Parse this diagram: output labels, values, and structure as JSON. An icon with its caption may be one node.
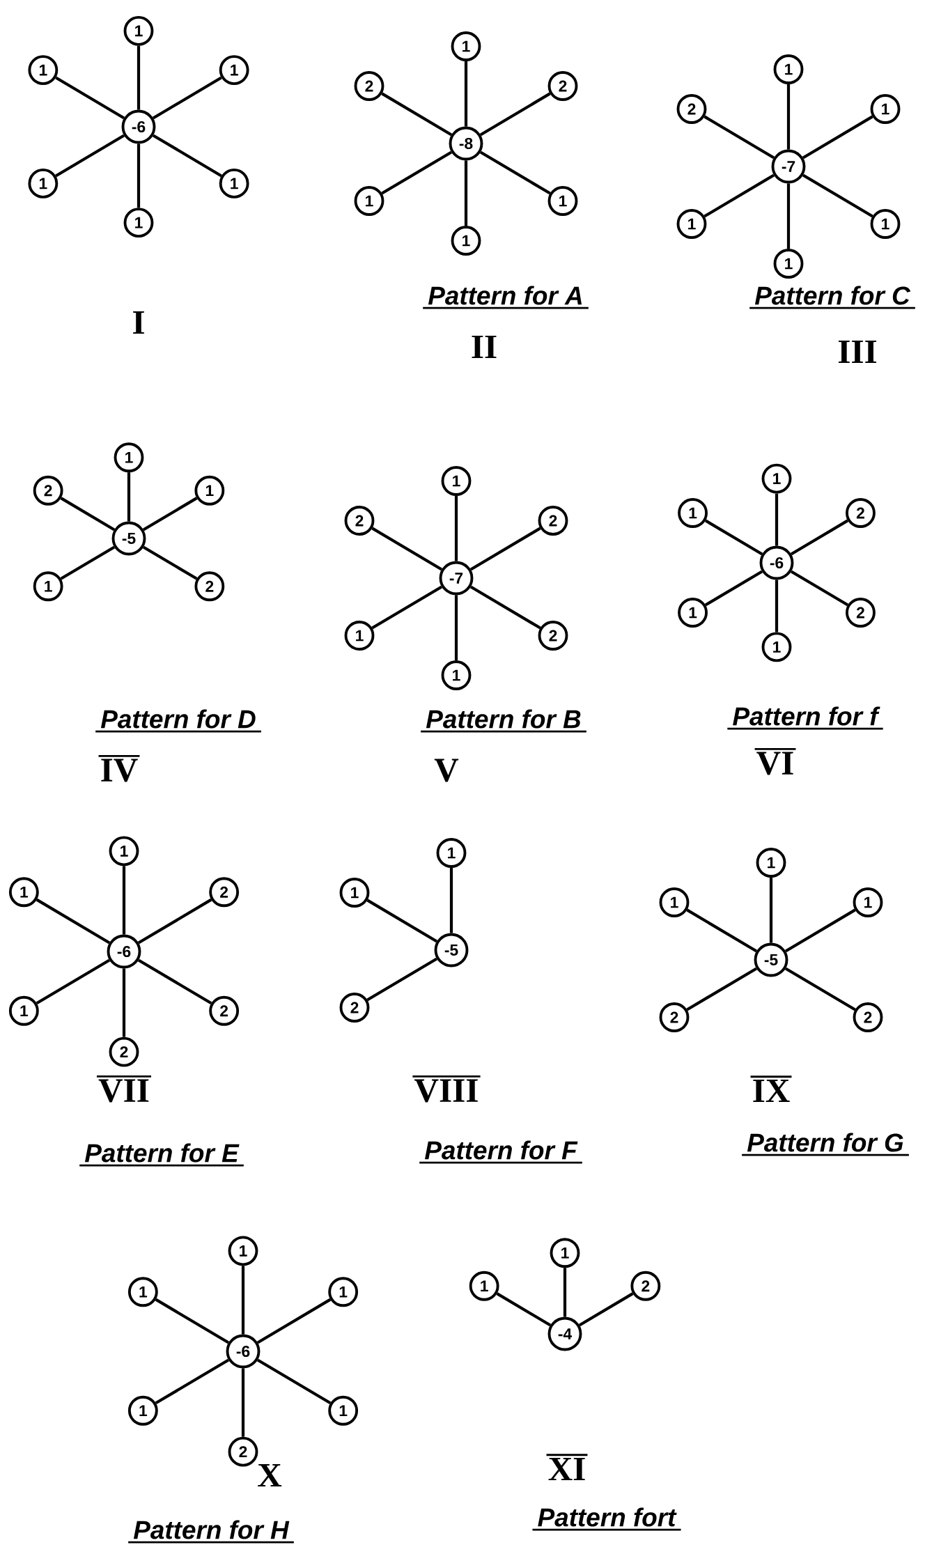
{
  "diagram": {
    "nodes": [
      {
        "text": [
          "-6"
        ]
      },
      {
        "text": [
          "1"
        ]
      },
      {
        "text": [
          "1"
        ]
      },
      {
        "text": [
          "1"
        ]
      },
      {
        "text": [
          "1"
        ]
      },
      {
        "text": [
          "1"
        ]
      },
      {
        "text": [
          "1"
        ]
      },
      {
        "text": [
          "-8"
        ]
      },
      {
        "text": [
          "1"
        ]
      },
      {
        "text": [
          "2"
        ]
      },
      {
        "text": [
          "2"
        ]
      },
      {
        "text": [
          "1"
        ]
      },
      {
        "text": [
          "1"
        ]
      },
      {
        "text": [
          "1"
        ]
      },
      {
        "text": [
          "-7"
        ]
      },
      {
        "text": [
          "1"
        ]
      },
      {
        "text": [
          "2"
        ]
      },
      {
        "text": [
          "1"
        ]
      },
      {
        "text": [
          "1"
        ]
      },
      {
        "text": [
          "1"
        ]
      },
      {
        "text": [
          "1"
        ]
      },
      {
        "text": [
          "-5"
        ]
      },
      {
        "text": [
          "1"
        ]
      },
      {
        "text": [
          "2"
        ]
      },
      {
        "text": [
          "1"
        ]
      },
      {
        "text": [
          "1"
        ]
      },
      {
        "text": [
          "2"
        ]
      },
      {
        "text": [
          "-7"
        ]
      },
      {
        "text": [
          "1"
        ]
      },
      {
        "text": [
          "2"
        ]
      },
      {
        "text": [
          "2"
        ]
      },
      {
        "text": [
          "1"
        ]
      },
      {
        "text": [
          "2"
        ]
      },
      {
        "text": [
          "1"
        ]
      },
      {
        "text": [
          "-6"
        ]
      },
      {
        "text": [
          "1"
        ]
      },
      {
        "text": [
          "1"
        ]
      },
      {
        "text": [
          "2"
        ]
      },
      {
        "text": [
          "1"
        ]
      },
      {
        "text": [
          "2"
        ]
      },
      {
        "text": [
          "1"
        ]
      },
      {
        "text": [
          "-6"
        ]
      },
      {
        "text": [
          "1"
        ]
      },
      {
        "text": [
          "1"
        ]
      },
      {
        "text": [
          "2"
        ]
      },
      {
        "text": [
          "1"
        ]
      },
      {
        "text": [
          "2"
        ]
      },
      {
        "text": [
          "2"
        ]
      },
      {
        "text": [
          "-5"
        ]
      },
      {
        "text": [
          "1"
        ]
      },
      {
        "text": [
          "1"
        ]
      },
      {
        "text": [
          "2"
        ]
      },
      {
        "text": [
          "-5"
        ]
      },
      {
        "text": [
          "1"
        ]
      },
      {
        "text": [
          "1"
        ]
      },
      {
        "text": [
          "1"
        ]
      },
      {
        "text": [
          "2"
        ]
      },
      {
        "text": [
          "2"
        ]
      },
      {
        "text": [
          "-6"
        ]
      },
      {
        "text": [
          "1"
        ]
      },
      {
        "text": [
          "1"
        ]
      },
      {
        "text": [
          "1"
        ]
      },
      {
        "text": [
          "1"
        ]
      },
      {
        "text": [
          "1"
        ]
      },
      {
        "text": [
          "2"
        ]
      },
      {
        "text": [
          "-4"
        ]
      },
      {
        "text": [
          "1"
        ]
      },
      {
        "text": [
          "1"
        ]
      },
      {
        "text": [
          "2"
        ]
      }
    ],
    "edges": [
      {
        "from": 0,
        "to": 1,
        "arrow": "none"
      },
      {
        "from": 0,
        "to": 2,
        "arrow": "none"
      },
      {
        "from": 0,
        "to": 3,
        "arrow": "none"
      },
      {
        "from": 0,
        "to": 4,
        "arrow": "none"
      },
      {
        "from": 0,
        "to": 5,
        "arrow": "none"
      },
      {
        "from": 0,
        "to": 6,
        "arrow": "none"
      },
      {
        "from": 7,
        "to": 8,
        "arrow": "none"
      },
      {
        "from": 7,
        "to": 9,
        "arrow": "none"
      },
      {
        "from": 7,
        "to": 10,
        "arrow": "none"
      },
      {
        "from": 7,
        "to": 11,
        "arrow": "none"
      },
      {
        "from": 7,
        "to": 12,
        "arrow": "none"
      },
      {
        "from": 7,
        "to": 13,
        "arrow": "none"
      },
      {
        "from": 14,
        "to": 15,
        "arrow": "none"
      },
      {
        "from": 14,
        "to": 16,
        "arrow": "none"
      },
      {
        "from": 14,
        "to": 17,
        "arrow": "none"
      },
      {
        "from": 14,
        "to": 18,
        "arrow": "none"
      },
      {
        "from": 14,
        "to": 19,
        "arrow": "none"
      },
      {
        "from": 14,
        "to": 20,
        "arrow": "none"
      },
      {
        "from": 21,
        "to": 22,
        "arrow": "none"
      },
      {
        "from": 21,
        "to": 23,
        "arrow": "none"
      },
      {
        "from": 21,
        "to": 24,
        "arrow": "none"
      },
      {
        "from": 21,
        "to": 25,
        "arrow": "none"
      },
      {
        "from": 21,
        "to": 26,
        "arrow": "none"
      },
      {
        "from": 27,
        "to": 28,
        "arrow": "none"
      },
      {
        "from": 27,
        "to": 29,
        "arrow": "none"
      },
      {
        "from": 27,
        "to": 30,
        "arrow": "none"
      },
      {
        "from": 27,
        "to": 31,
        "arrow": "none"
      },
      {
        "from": 27,
        "to": 32,
        "arrow": "none"
      },
      {
        "from": 27,
        "to": 33,
        "arrow": "none"
      },
      {
        "from": 34,
        "to": 35,
        "arrow": "none"
      },
      {
        "from": 34,
        "to": 36,
        "arrow": "none"
      },
      {
        "from": 34,
        "to": 37,
        "arrow": "none"
      },
      {
        "from": 34,
        "to": 38,
        "arrow": "none"
      },
      {
        "from": 34,
        "to": 39,
        "arrow": "none"
      },
      {
        "from": 34,
        "to": 40,
        "arrow": "none"
      },
      {
        "from": 41,
        "to": 42,
        "arrow": "none"
      },
      {
        "from": 41,
        "to": 43,
        "arrow": "none"
      },
      {
        "from": 41,
        "to": 44,
        "arrow": "none"
      },
      {
        "from": 41,
        "to": 45,
        "arrow": "none"
      },
      {
        "from": 41,
        "to": 46,
        "arrow": "none"
      },
      {
        "from": 41,
        "to": 47,
        "arrow": "none"
      },
      {
        "from": 48,
        "to": 49,
        "arrow": "none"
      },
      {
        "from": 48,
        "to": 50,
        "arrow": "none"
      },
      {
        "from": 48,
        "to": 51,
        "arrow": "none"
      },
      {
        "from": 52,
        "to": 53,
        "arrow": "none"
      },
      {
        "from": 52,
        "to": 54,
        "arrow": "none"
      },
      {
        "from": 52,
        "to": 55,
        "arrow": "none"
      },
      {
        "from": 52,
        "to": 56,
        "arrow": "none"
      },
      {
        "from": 52,
        "to": 57,
        "arrow": "none"
      },
      {
        "from": 58,
        "to": 59,
        "arrow": "none"
      },
      {
        "from": 58,
        "to": 60,
        "arrow": "none"
      },
      {
        "from": 58,
        "to": 61,
        "arrow": "none"
      },
      {
        "from": 58,
        "to": 62,
        "arrow": "none"
      },
      {
        "from": 58,
        "to": 63,
        "arrow": "none"
      },
      {
        "from": 58,
        "to": 64,
        "arrow": "none"
      },
      {
        "from": 65,
        "to": 66,
        "arrow": "none"
      },
      {
        "from": 65,
        "to": 67,
        "arrow": "none"
      },
      {
        "from": 65,
        "to": 68,
        "arrow": "none"
      }
    ],
    "labels": [
      "I",
      "Pattern for A",
      "II",
      "Pattern for C",
      "III",
      "Pattern for D",
      "IV",
      "Pattern for B",
      "V",
      "Pattern for f",
      "VI",
      "VII",
      "Pattern for E",
      "VIII",
      "Pattern for F",
      "IX",
      "Pattern for G",
      "X",
      "Pattern for H",
      "XI",
      "Pattern fort"
    ]
  }
}
